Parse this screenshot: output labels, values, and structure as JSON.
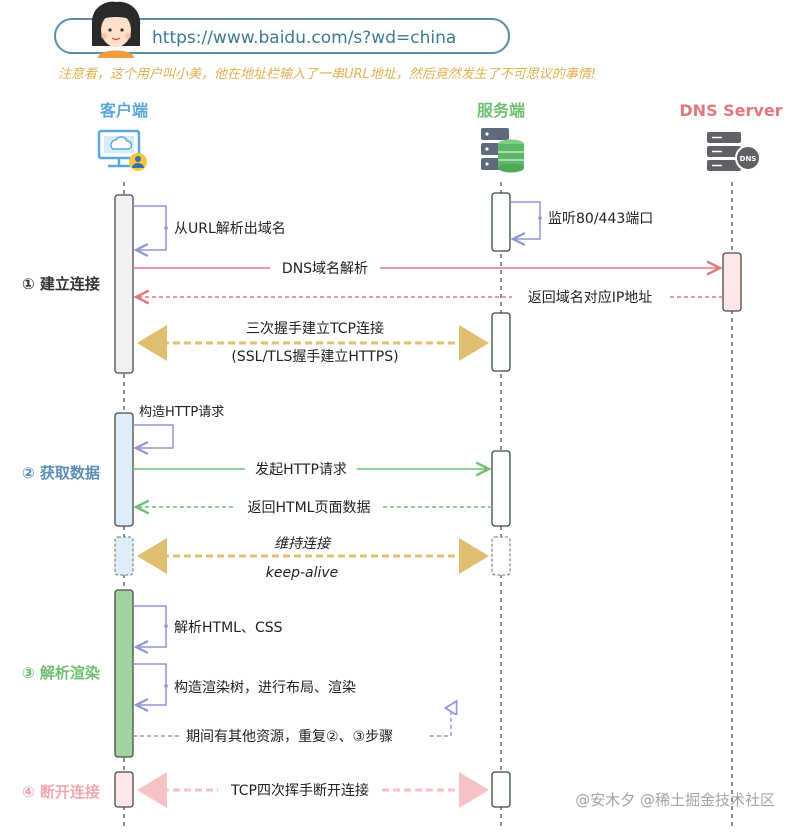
{
  "url_bar": {
    "text": "https://www.baidu.com/s?wd=china"
  },
  "caption": "注意看，这个用户叫小美，他在地址栏输入了一串URL地址，然后竟然发生了不可思议的事情!",
  "actors": {
    "client": "客户端",
    "server": "服务端",
    "dns": "DNS Server",
    "dns_badge": "DNS"
  },
  "phases": [
    {
      "label": "① 建立连接",
      "color": "#333333"
    },
    {
      "label": "② 获取数据",
      "color": "#5b8fb3"
    },
    {
      "label": "③ 解析渲染",
      "color": "#6fbf73"
    },
    {
      "label": "④ 断开连接",
      "color": "#f0a8ae"
    }
  ],
  "messages": {
    "parse_domain": "从URL解析出域名",
    "listen_port": "监听80/443端口",
    "dns_resolve": "DNS域名解析",
    "dns_return": "返回域名对应IP地址",
    "tcp_handshake": "三次握手建立TCP连接",
    "tls_handshake": "(SSL/TLS握手建立HTTPS)",
    "build_request": "构造HTTP请求",
    "send_request": "发起HTTP请求",
    "return_html": "返回HTML页面数据",
    "keep_alive_cn": "维持连接",
    "keep_alive_en": "keep-alive",
    "parse_html": "解析HTML、CSS",
    "build_render": "构造渲染树，进行布局、渲染",
    "repeat_steps": "期间有其他资源，重复②、③步骤",
    "tcp_close": "TCP四次挥手断开连接"
  },
  "watermark": "@安木夕 @稀土掘金技术社区",
  "colors": {
    "client": "#5aa8d9",
    "server": "#6fbf73",
    "dns": "#e0787e",
    "dns_arrow": "#e0787e",
    "tcp": "#e0c070",
    "http": "#6fbf73",
    "self": "#8f95d6",
    "close": "#f5c2c5"
  }
}
